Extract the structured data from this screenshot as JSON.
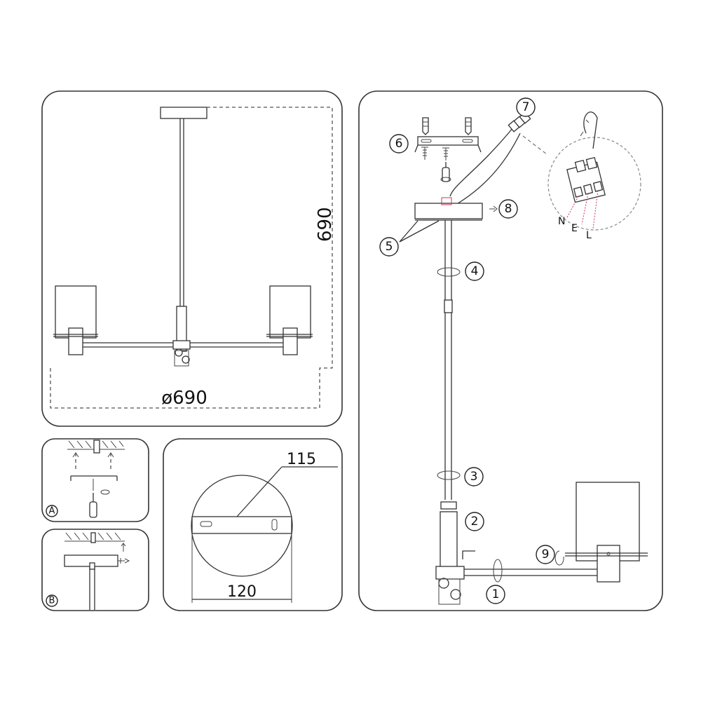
{
  "dimensions": {
    "height": "690",
    "diameter": "ø690",
    "canopy_width": "115",
    "canopy_depth": "120"
  },
  "detail_labels": {
    "a": "A",
    "b": "B"
  },
  "wiring_letters": [
    "N",
    "E",
    "L"
  ],
  "callouts": [
    "1",
    "2",
    "3",
    "4",
    "5",
    "6",
    "7",
    "8",
    "9"
  ]
}
